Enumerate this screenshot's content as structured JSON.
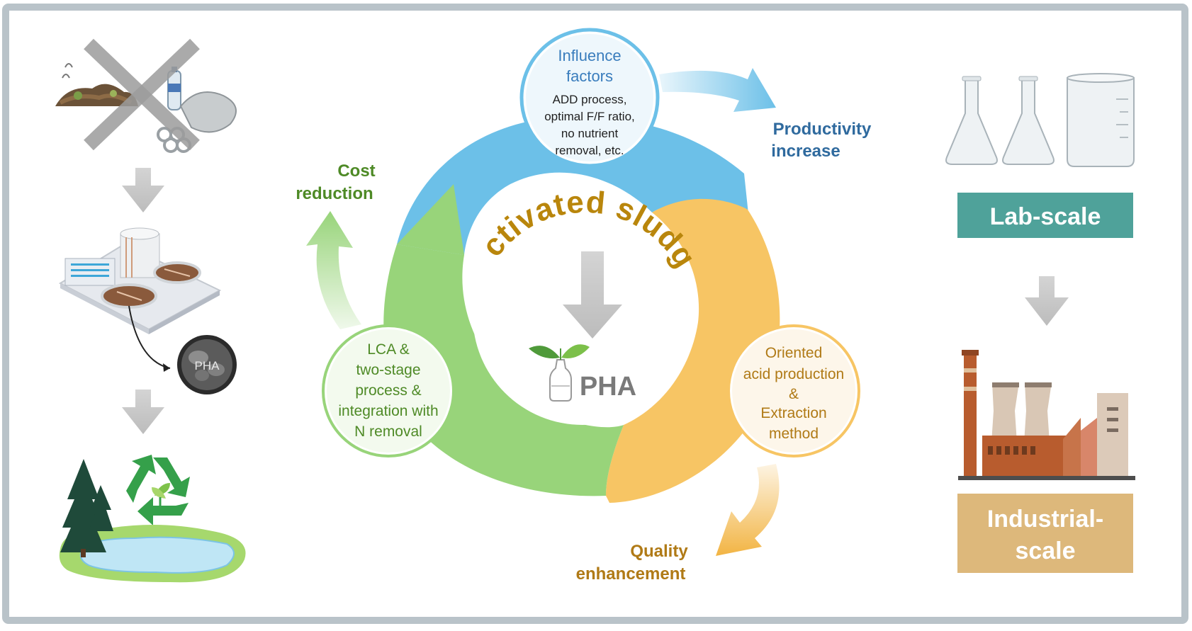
{
  "colors": {
    "frame": "#b9c3c9",
    "blue": "#6cc0e8",
    "green": "#98d47a",
    "orange": "#f7c564",
    "teal": "#4fa29a",
    "tan": "#ddb87b",
    "gold": "#b9860c",
    "gray_arrow": "#c9c9c9",
    "text_blue": "#2f6a9e",
    "text_green": "#4e8a26",
    "text_gold": "#b07a16"
  },
  "left_panel": {
    "icons": [
      "crossed-out-waste-icon",
      "wastewater-treatment-plant-icon",
      "pha-granule-icon",
      "recycle-icon",
      "forest-lake-icon"
    ],
    "pha_label": "PHA"
  },
  "cycle": {
    "center_title": "Activated sludge",
    "product": "PHA",
    "nodes": {
      "influence": {
        "title_line1": "Influence",
        "title_line2": "factors",
        "lines": [
          "ADD process,",
          "optimal F/F ratio,",
          "no nutrient",
          "removal, etc."
        ]
      },
      "lca": {
        "lines": [
          "LCA &",
          "two-stage",
          "process &",
          "integration with",
          "N removal"
        ]
      },
      "oriented": {
        "lines": [
          "Oriented",
          "acid production",
          "&",
          "Extraction",
          "method"
        ]
      }
    },
    "outcomes": {
      "productivity": [
        "Productivity",
        "increase"
      ],
      "cost": [
        "Cost",
        "reduction"
      ],
      "quality": [
        "Quality",
        "enhancement"
      ]
    }
  },
  "right_panel": {
    "lab_scale": "Lab-scale",
    "industrial_line1": "Industrial-",
    "industrial_line2": "scale",
    "icons": [
      "glassware-icon",
      "factory-icon"
    ]
  }
}
